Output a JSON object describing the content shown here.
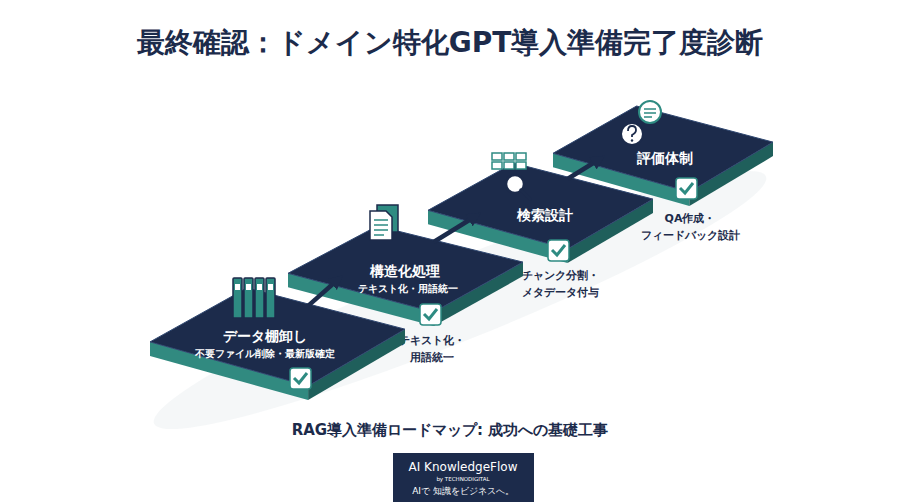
{
  "diagram": {
    "title": "最終確認：ドメイン特化GPT導入準備完了度診断",
    "nodes": [
      {
        "text": [
          "データ棚卸し",
          "不要ファイル削除・最新版確定"
        ]
      },
      {
        "text": [
          "構造化処理",
          "テキスト化・用語統一",
          "テキスト化・ 用語統一"
        ]
      },
      {
        "text": [
          "検索設計",
          "チャンク分割・ メタデータ付与"
        ]
      },
      {
        "text": [
          "評価体制",
          "QA作成・ フィードバック設計"
        ]
      },
      {
        "text": [
          "AI KnowledgeFlow",
          "by TECHNODIGITAL",
          "AIで 知識をビジネスへ。"
        ]
      }
    ],
    "edges": [
      {
        "from": 0,
        "to": 1,
        "arrow": "to"
      },
      {
        "from": 1,
        "to": 2,
        "arrow": "to"
      },
      {
        "from": 2,
        "to": 3,
        "arrow": "to"
      }
    ],
    "caption": "RAG導入準備ロードマップ: 成功への基礎工事"
  }
}
